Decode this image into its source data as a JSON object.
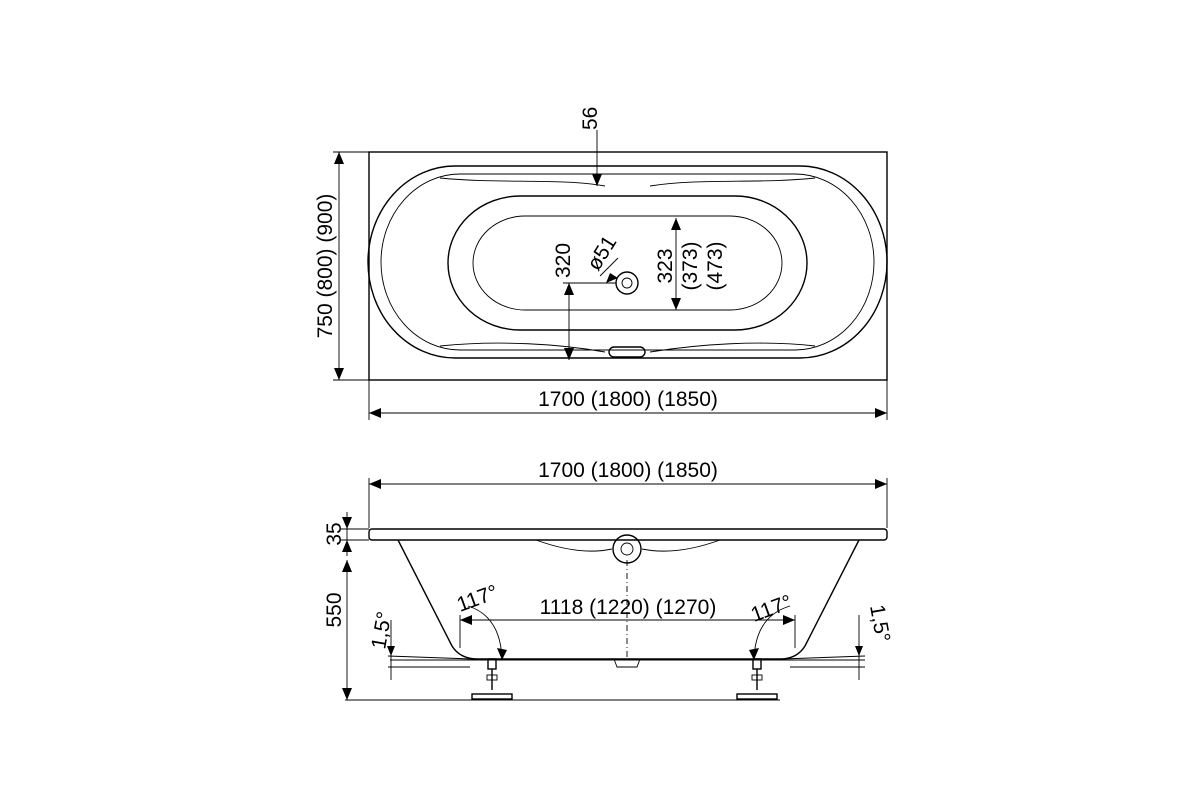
{
  "top_view": {
    "overflow_offset": "56",
    "width_dims": "750 (800) (900)",
    "length_dims": "1700 (1800) (1850)",
    "drain_offset": "320",
    "drain_diameter": "ø51",
    "inner_width_a": "323",
    "inner_width_b": "(373)",
    "inner_width_c": "(473)"
  },
  "side_view": {
    "length_dims": "1700 (1800) (1850)",
    "rim_height": "35",
    "total_height": "550",
    "bottom_length": "1118 (1220) (1270)",
    "angle_left": "117°",
    "angle_right": "117°",
    "slope_left": "1,5°",
    "slope_right": "1,5°"
  }
}
